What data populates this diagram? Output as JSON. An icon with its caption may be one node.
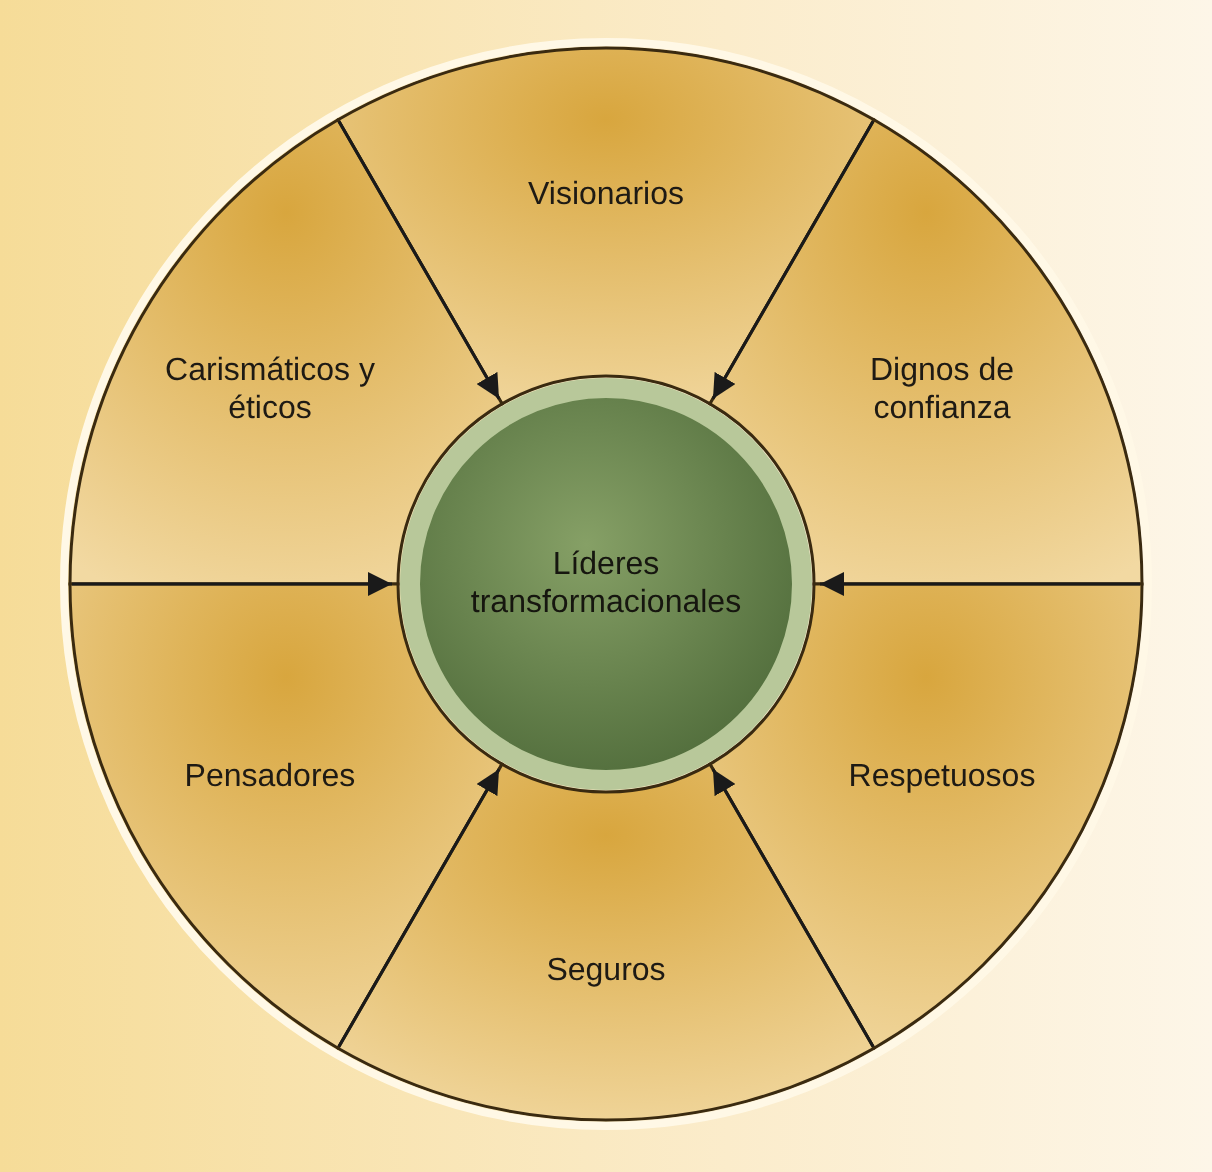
{
  "diagram": {
    "nodes": [
      {
        "text": [
          "Visionarios"
        ]
      },
      {
        "text": [
          "Carismáticos y éticos"
        ]
      },
      {
        "text": [
          "Dignos de confianza"
        ]
      },
      {
        "text": [
          "Pensadores"
        ]
      },
      {
        "text": [
          "Respetuosos"
        ]
      },
      {
        "text": [
          "Seguros"
        ]
      },
      {
        "text": [
          "Líderes transformacionales"
        ]
      }
    ],
    "edges": [
      {
        "from": 0,
        "to": 6,
        "arrow": "to"
      },
      {
        "from": 0,
        "to": 6,
        "arrow": "to"
      },
      {
        "from": 1,
        "to": 6,
        "arrow": "to"
      },
      {
        "from": 2,
        "to": 6,
        "arrow": "to"
      },
      {
        "from": 5,
        "to": 6,
        "arrow": "to"
      },
      {
        "from": 5,
        "to": 6,
        "arrow": "to"
      }
    ]
  }
}
